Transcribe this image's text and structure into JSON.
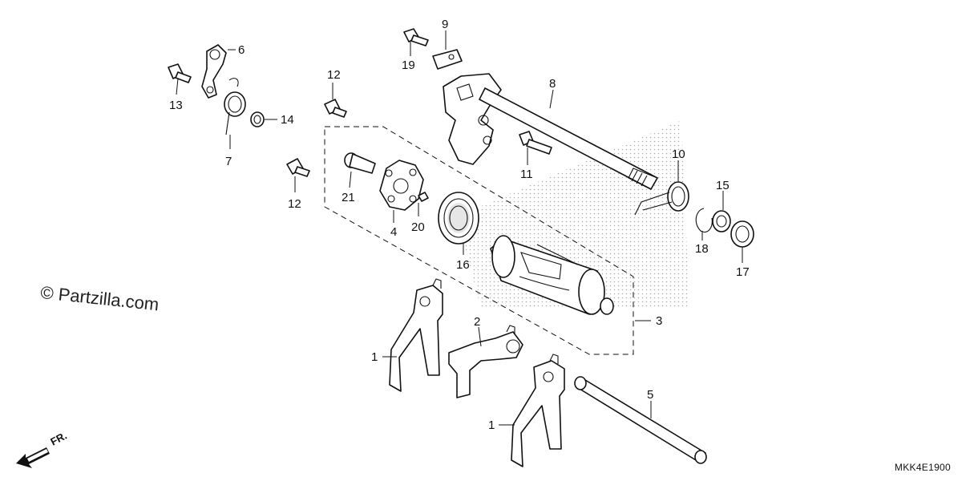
{
  "watermark": "© Partzilla.com",
  "diagram_code": "MKK4E1900",
  "direction_label": "FR.",
  "callouts": {
    "p1a": "1",
    "p1b": "1",
    "p2": "2",
    "p3": "3",
    "p4": "4",
    "p5": "5",
    "p6": "6",
    "p7": "7",
    "p8": "8",
    "p9": "9",
    "p10": "10",
    "p11": "11",
    "p12a": "12",
    "p12b": "12",
    "p13": "13",
    "p14": "14",
    "p15": "15",
    "p16": "16",
    "p17": "17",
    "p18": "18",
    "p19": "19",
    "p20": "20",
    "p21": "21"
  }
}
